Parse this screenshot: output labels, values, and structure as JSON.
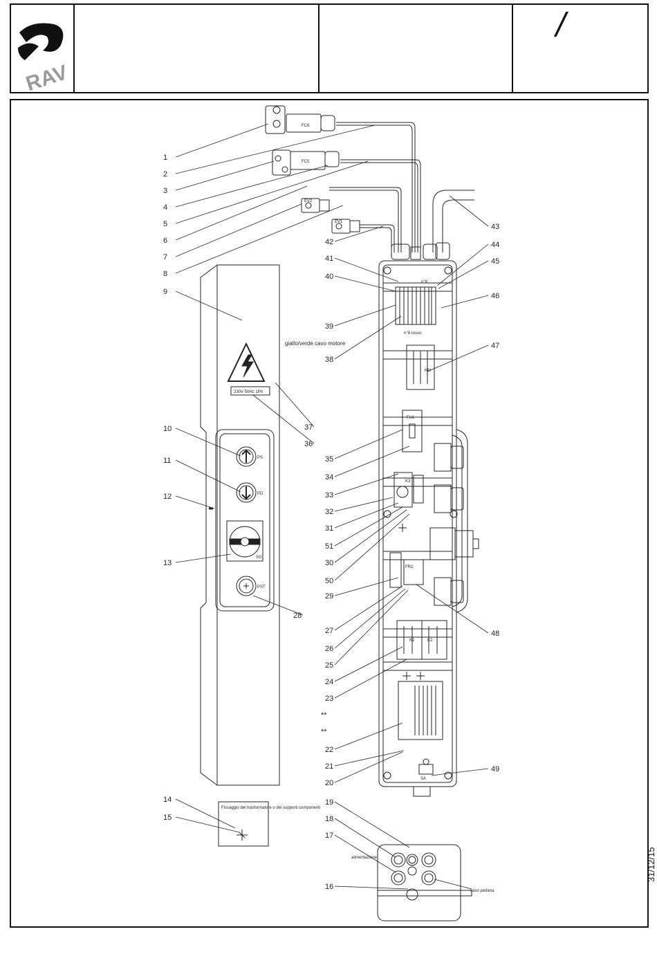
{
  "header": {
    "logo_text": "RAV",
    "sheet_mark": "/",
    "date": "31/12/15"
  },
  "drawing": {
    "plate_voltage": "230V 50Hz 1Ph",
    "label_fc6": "FC6",
    "label_fc5": "FC5",
    "label_ev1": "EV1",
    "label_ev2": "EV2",
    "label_fu1": "FU1",
    "label_k1": "K1",
    "label_k2": "K2",
    "label_k3": "K3",
    "label_km": "KM",
    "label_fr2": "FR2",
    "label_sa": "SA",
    "button_up": "PS",
    "button_down": "PD",
    "button_stop": "PST",
    "switch_tag": "SG",
    "motor_wire_note": "giallo/verde cavo motore",
    "wire_note_1": "n°8 rosso",
    "wire_note_2": "n°8",
    "transformer_note": "Fissaggio del trasformatore o dei supporti componenti",
    "supply_label": "alimentazione",
    "pedal_cable_label": "cavo pedana",
    "double_star_1": "**",
    "double_star_2": "**",
    "callouts_left": [
      "1",
      "2",
      "3",
      "4",
      "5",
      "6",
      "7",
      "8",
      "9",
      "10",
      "11",
      "12",
      "13",
      "14",
      "15"
    ],
    "callouts_mid": [
      "42",
      "41",
      "40",
      "39",
      "38",
      "37",
      "36",
      "35",
      "34",
      "33",
      "32",
      "31",
      "51",
      "30",
      "50",
      "29",
      "28",
      "27",
      "26",
      "25",
      "24",
      "23",
      "22",
      "21",
      "20",
      "19",
      "18",
      "17",
      "16"
    ],
    "callouts_right": [
      "43",
      "44",
      "45",
      "46",
      "47",
      "48",
      "49"
    ]
  }
}
